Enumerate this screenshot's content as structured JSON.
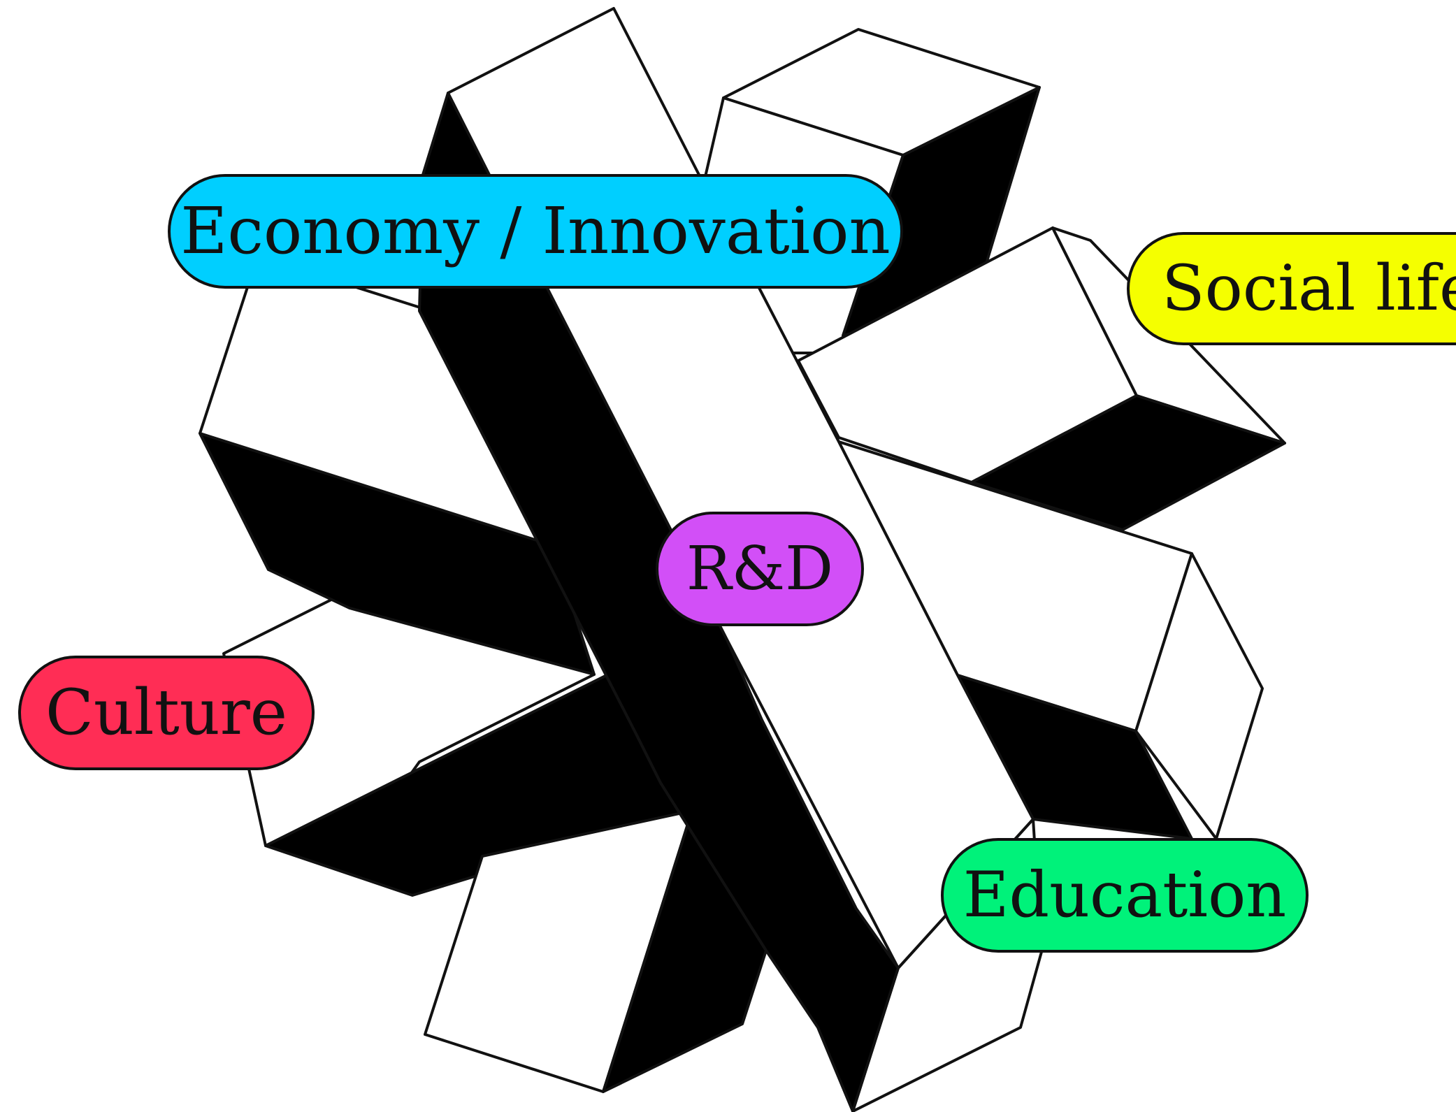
{
  "diagram": {
    "center": {
      "label": "R&D",
      "color": "#d24ff7"
    },
    "nodes": [
      {
        "id": "economy",
        "label": "Economy / Innovation",
        "color": "#00cfff"
      },
      {
        "id": "social",
        "label": "Social life",
        "color": "#f5ff00"
      },
      {
        "id": "culture",
        "label": "Culture",
        "color": "#ff2d55"
      },
      {
        "id": "education",
        "label": "Education",
        "color": "#00f27a"
      }
    ],
    "graphic": {
      "description_icon": "isometric-asterisk-icon",
      "fill": "#ffffff",
      "shadow": "#000000",
      "stroke": "#111111"
    }
  }
}
